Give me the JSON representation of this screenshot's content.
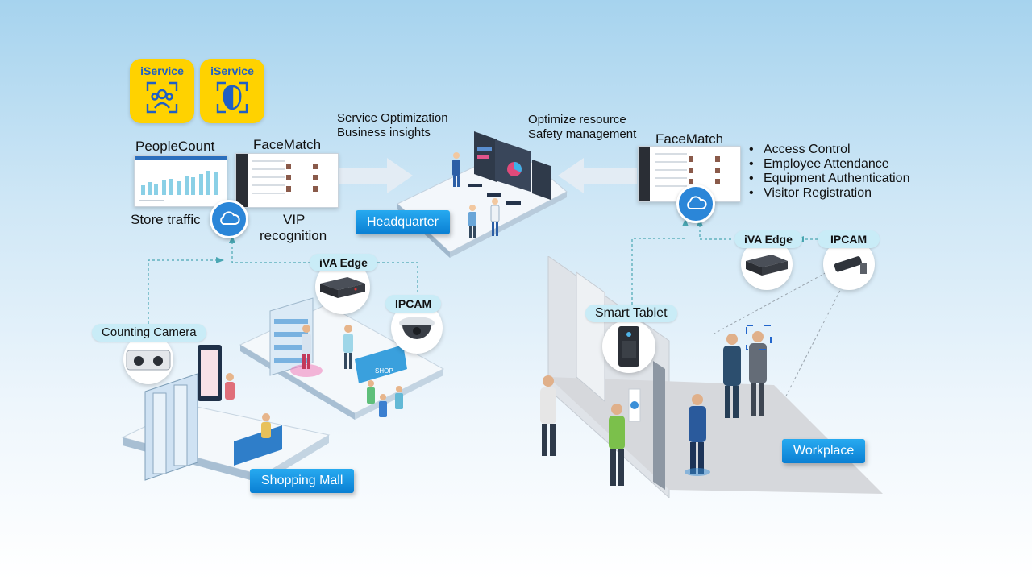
{
  "apps": [
    {
      "brand": "iService",
      "icon": "people-count-icon"
    },
    {
      "brand": "iService",
      "icon": "face-scan-icon"
    }
  ],
  "labels": {
    "people_count": "PeopleCount",
    "face_match_left": "FaceMatch",
    "store_traffic": "Store traffic",
    "vip_line1": "VIP",
    "vip_line2": "recognition",
    "service_line1": "Service Optimization",
    "service_line2": "Business insights",
    "optimize_line1": "Optimize resource",
    "optimize_line2": "Safety management",
    "face_match_right": "FaceMatch"
  },
  "bullets": [
    "Access Control",
    "Employee Attendance",
    "Equipment Authentication",
    "Visitor Registration"
  ],
  "pills": {
    "iva_edge_left": "iVA Edge",
    "ipcam_left": "IPCAM",
    "counting_camera": "Counting Camera",
    "iva_edge_right": "iVA Edge",
    "ipcam_right": "IPCAM",
    "smart_tablet": "Smart Tablet"
  },
  "tags": {
    "headquarter": "Headquarter",
    "shopping_mall": "Shopping Mall",
    "workplace": "Workplace",
    "shop_sign": "SHOP"
  },
  "colors": {
    "accent": "#0a7fd3",
    "cloud": "#2b86d8",
    "app_tile": "#ffd200",
    "pill": "#c9ecf7",
    "connector": "#4aa7b3"
  }
}
